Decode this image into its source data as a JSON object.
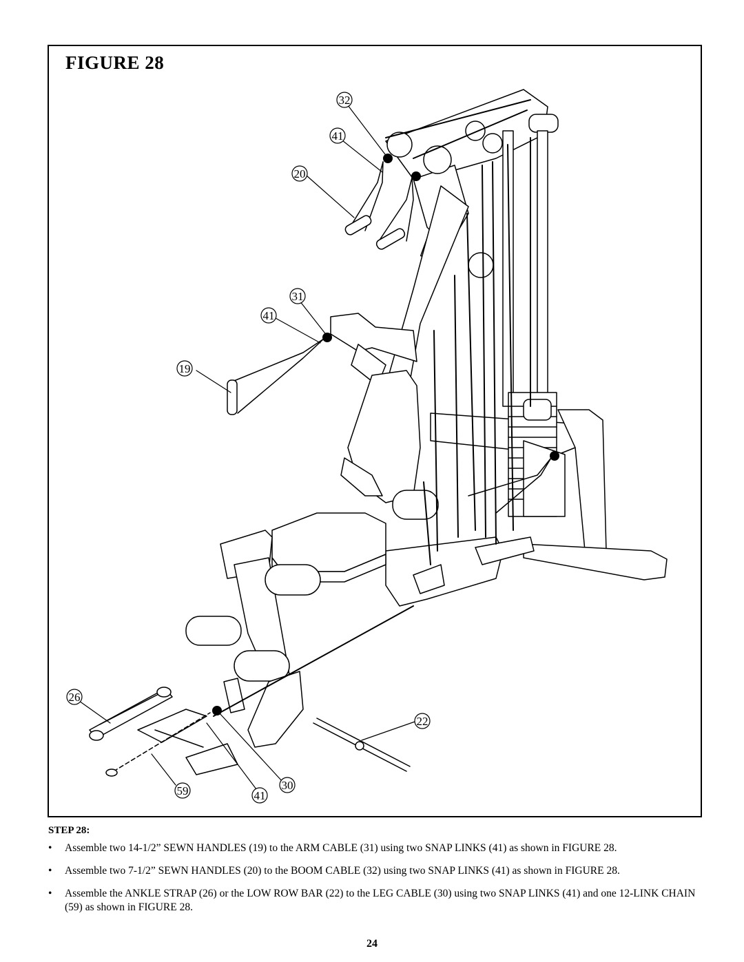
{
  "figure": {
    "title": "FIGURE 28",
    "callouts": [
      {
        "id": "c32a",
        "label": "32"
      },
      {
        "id": "c41a",
        "label": "41"
      },
      {
        "id": "c20",
        "label": "20"
      },
      {
        "id": "c31",
        "label": "31"
      },
      {
        "id": "c41b",
        "label": "41"
      },
      {
        "id": "c19",
        "label": "19"
      },
      {
        "id": "c26",
        "label": "26"
      },
      {
        "id": "c22",
        "label": "22"
      },
      {
        "id": "c59",
        "label": "59"
      },
      {
        "id": "c41c",
        "label": "41"
      },
      {
        "id": "c30",
        "label": "30"
      }
    ]
  },
  "step": {
    "heading": "STEP 28:",
    "bullets": [
      "Assemble two 14-1/2” SEWN HANDLES (19) to the ARM CABLE (31) using two SNAP LINKS (41) as shown in FIGURE 28.",
      "Assemble two 7-1/2” SEWN HANDLES (20) to the BOOM CABLE (32) using two SNAP LINKS (41) as shown in FIGURE 28.",
      "Assemble the ANKLE STRAP (26) or the LOW ROW BAR (22) to the LEG CABLE (30) using two SNAP LINKS (41) and one 12-LINK CHAIN (59) as shown in FIGURE 28."
    ]
  },
  "page_number": "24"
}
